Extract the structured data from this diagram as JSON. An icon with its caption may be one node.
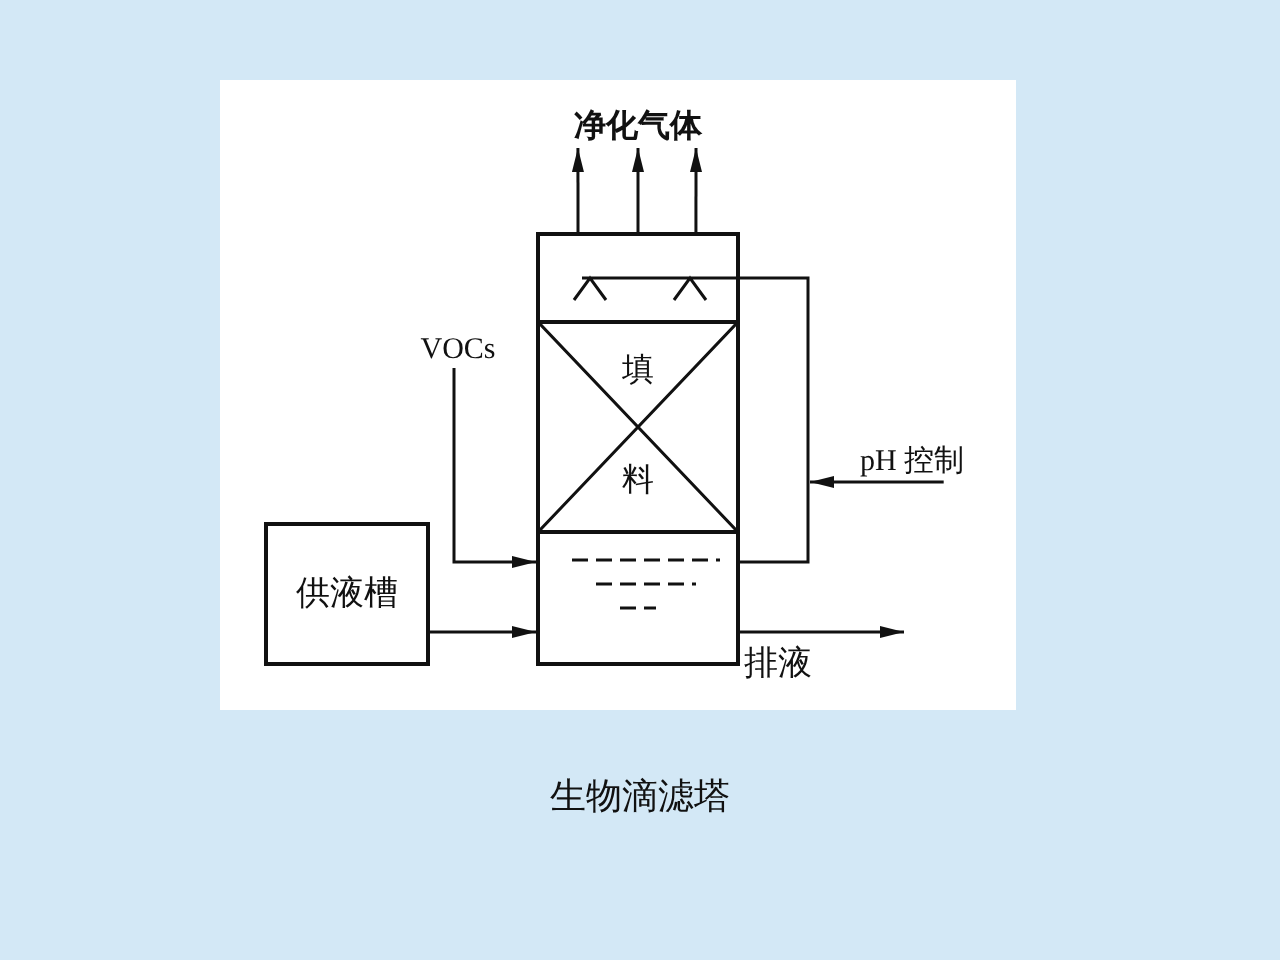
{
  "diagram": {
    "caption": "生物滴滤塔",
    "nodes": [
      {
        "text": [
          "净化气体"
        ]
      },
      {
        "text": [],
        "shape": "box"
      },
      {
        "text": [
          "填",
          "料"
        ]
      },
      {
        "text": [],
        "shape": "box"
      },
      {
        "text": [
          "VOCs"
        ]
      },
      {
        "text": [
          "pH 控制"
        ]
      },
      {
        "text": [
          "供液槽"
        ]
      },
      {
        "text": [
          "排液"
        ]
      }
    ],
    "edges": [
      {
        "from": 1,
        "to": 0,
        "arrow": "to"
      },
      {
        "from": 1,
        "to": 0,
        "arrow": "to"
      },
      {
        "from": 1,
        "to": 0,
        "arrow": "to"
      },
      {
        "from": 4,
        "to": 3,
        "arrow": "to"
      },
      {
        "from": 3,
        "to": 1,
        "arrow": "none"
      },
      {
        "from": 6,
        "to": 3,
        "arrow": "to"
      },
      {
        "from": 3,
        "to": 7,
        "arrow": "to"
      },
      {
        "from": 5,
        "to": null,
        "arrow": "to"
      }
    ]
  }
}
